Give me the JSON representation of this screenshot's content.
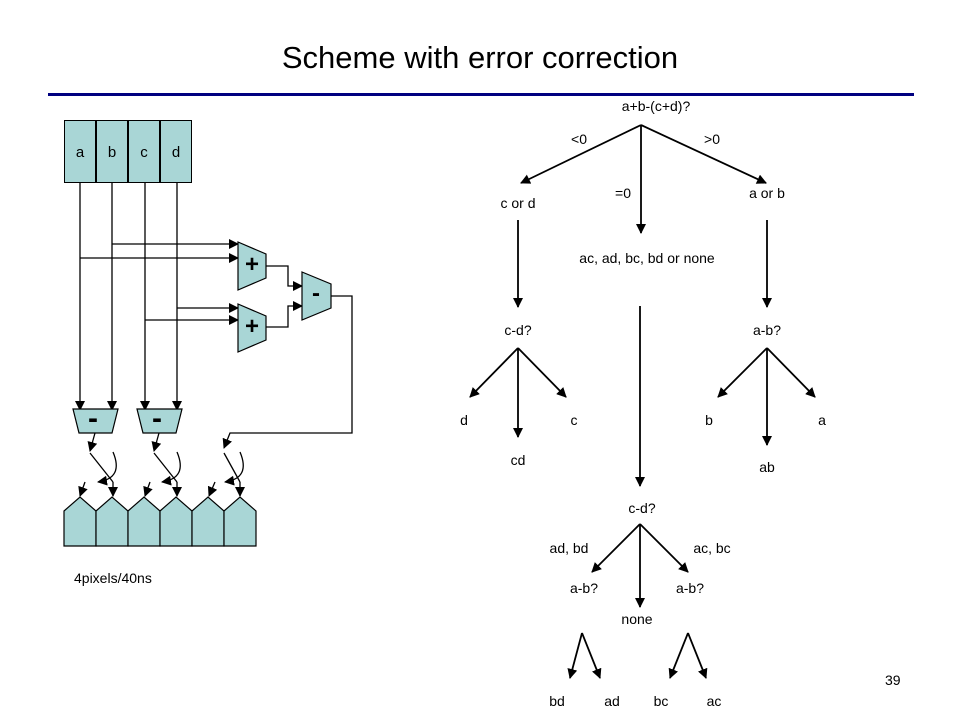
{
  "slide": {
    "title": "Scheme with error correction",
    "page_number": "39",
    "rate_label": "4pixels/40ns"
  },
  "colors": {
    "accent_rule": "#000080",
    "register_fill": "#a9d6d6",
    "line": "#000000"
  },
  "circuit": {
    "inputs": [
      "a",
      "b",
      "c",
      "d"
    ],
    "adder_top": "+",
    "adder_bottom": "+",
    "subtractor": "-",
    "sub_left": "-",
    "sub_right": "-"
  },
  "tree": {
    "root": "a+b-(c+d)?",
    "branch_lt": "<0",
    "branch_gt": ">0",
    "branch_eq": "=0",
    "left_node": "c or d",
    "right_node": "a or b",
    "mid_node": "ac, ad, bc, bd or none",
    "left_q": "c-d?",
    "left_d": "d",
    "left_c": "c",
    "left_cd": "cd",
    "right_q": "a-b?",
    "right_b": "b",
    "right_a": "a",
    "right_ab": "ab",
    "low_q": "c-d?",
    "low_left_label": "ad, bd",
    "low_right_label": "ac, bc",
    "low_left_q": "a-b?",
    "low_right_q": "a-b?",
    "low_none": "none",
    "leaf_bd": "bd",
    "leaf_ad": "ad",
    "leaf_bc": "bc",
    "leaf_ac": "ac"
  }
}
